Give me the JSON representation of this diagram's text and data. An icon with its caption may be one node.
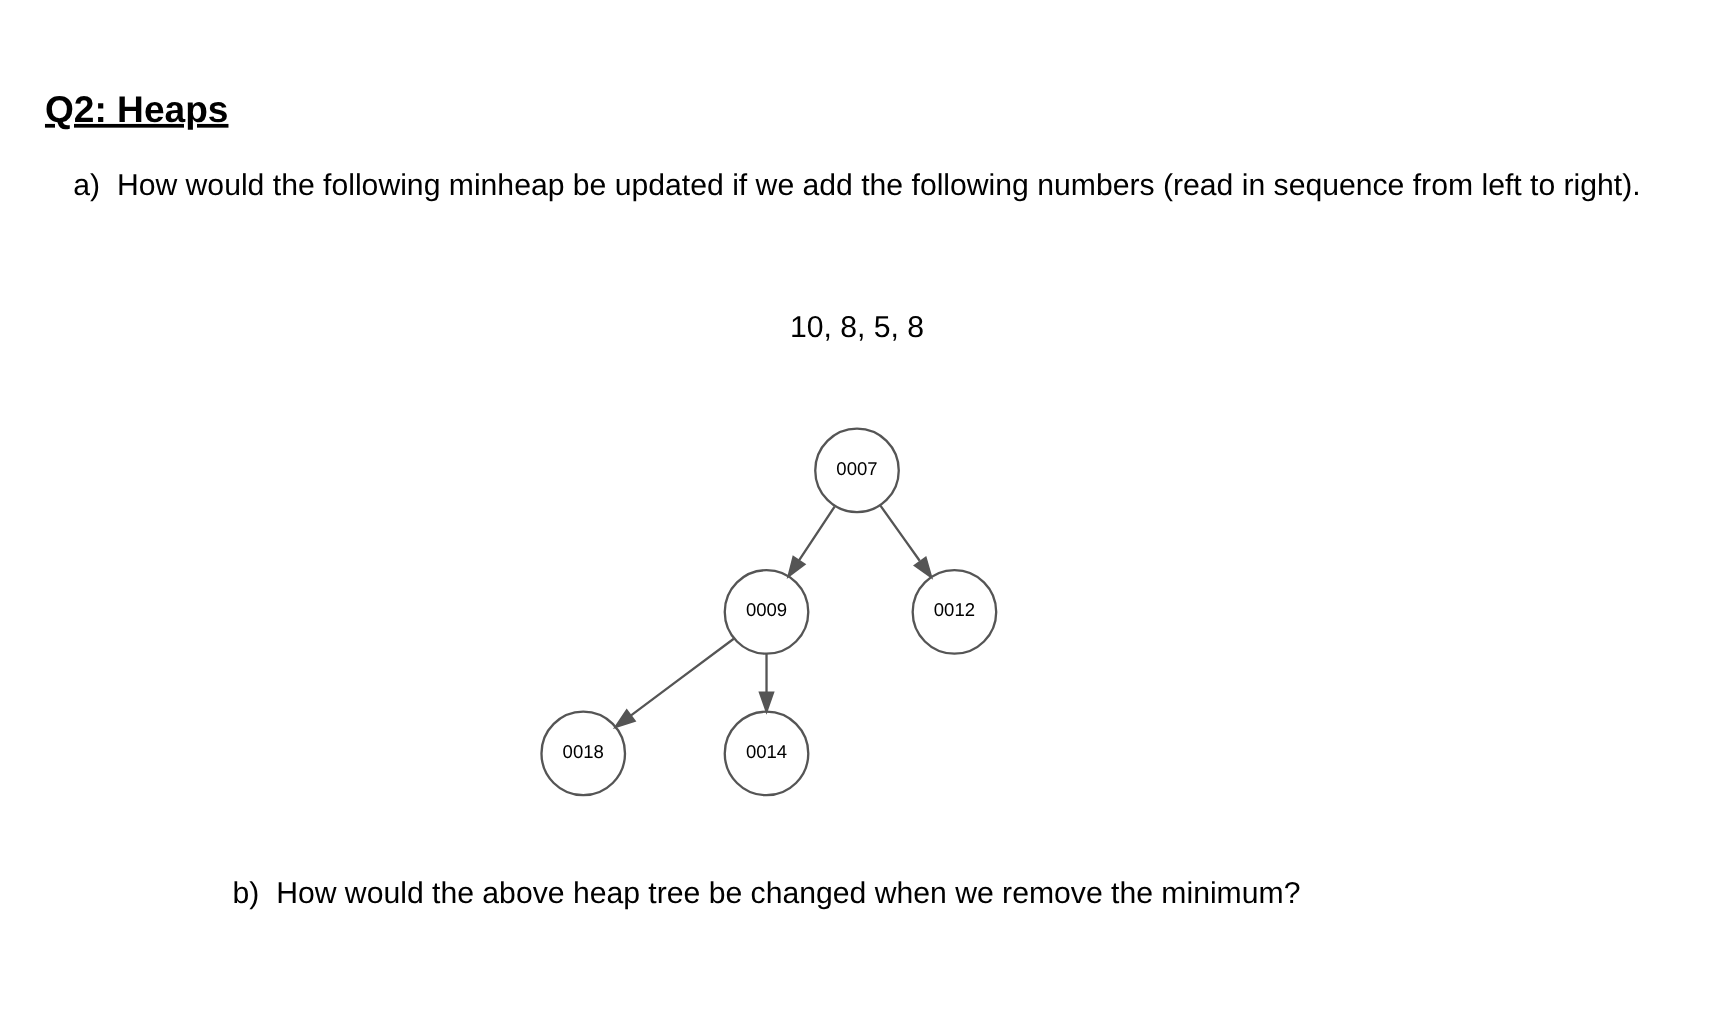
{
  "diagram": {
    "title": "Q2: Heaps",
    "nodes": [
      {
        "text": [
          "0007"
        ]
      },
      {
        "text": [
          "0009"
        ]
      },
      {
        "text": [
          "0012"
        ]
      },
      {
        "text": [
          "0018"
        ]
      },
      {
        "text": [
          "0014"
        ]
      }
    ],
    "edges": [
      {
        "from": 0,
        "to": 1,
        "arrow": "to"
      },
      {
        "from": 0,
        "to": 2,
        "arrow": "to"
      },
      {
        "from": 1,
        "to": 3,
        "arrow": "to"
      },
      {
        "from": 1,
        "to": 4,
        "arrow": "to"
      }
    ],
    "labels": [
      "a)  How would the following minheap be updated if we add the following numbers (read in sequence from left to right).",
      "10, 8, 5, 8",
      "b)  How would the above heap tree be changed when we remove the minimum?"
    ]
  }
}
